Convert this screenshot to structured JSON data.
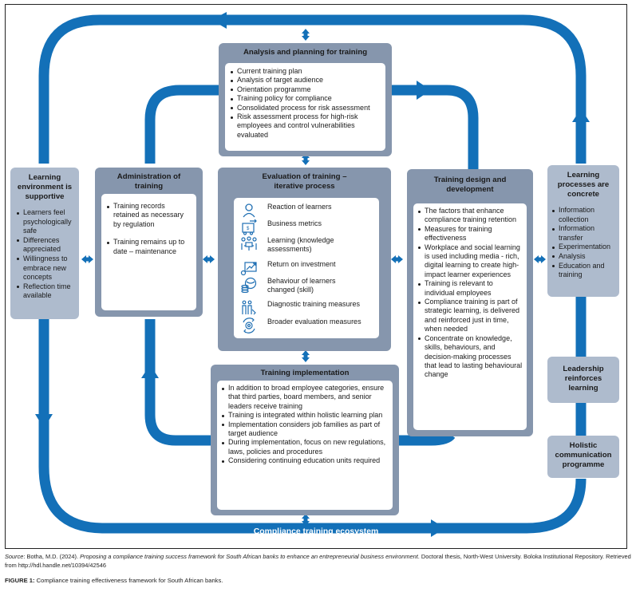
{
  "colors": {
    "flow_blue": "#1370b8",
    "box_dark": "#8696ad",
    "box_light": "#aebbcd"
  },
  "analysis": {
    "title": "Analysis and planning for training",
    "items": [
      "Current training plan",
      "Analysis of target audience",
      "Orientation programme",
      "Training policy for compliance",
      "Consolidated process for risk assessment",
      "Risk assessment process for high-risk employees and control vulnerabilities evaluated"
    ]
  },
  "environment": {
    "title": "Learning environment is supportive",
    "items": [
      "Learners feel psychologically safe",
      "Differences appreciated",
      "Willingness to embrace new concepts",
      "Reflection time available"
    ]
  },
  "administration": {
    "title": "Administration of training",
    "items": [
      "Training records retained as necessary by regulation",
      "Training remains up to date – maintenance"
    ]
  },
  "evaluation": {
    "title": "Evaluation of training – iterative process",
    "items": [
      {
        "icon": "person-icon",
        "label": "Reaction of learners"
      },
      {
        "icon": "money-screen-icon",
        "label": "Business metrics"
      },
      {
        "icon": "group-learning-icon",
        "label": "Learning (knowledge assessments)"
      },
      {
        "icon": "growth-chart-icon",
        "label": "Return on investment"
      },
      {
        "icon": "coins-globe-icon",
        "label": "Behaviour of learners changed (skill)"
      },
      {
        "icon": "people-diagnostic-icon",
        "label": "Diagnostic training measures"
      },
      {
        "icon": "gear-cycle-icon",
        "label": "Broader evaluation measures"
      }
    ]
  },
  "design": {
    "title": "Training design and development",
    "items": [
      "The factors that enhance compliance training retention",
      "Measures for training effectiveness",
      "Workplace and social learning is used including media - rich, digital learning to create high- impact learner experiences",
      "Training is relevant to individual employees",
      "Compliance training is part of strategic learning, is delivered and reinforced just in time, when needed",
      "Concentrate on knowledge, skills, behaviours, and decision-making processes that lead to lasting behavioural change"
    ]
  },
  "processes": {
    "title": "Learning processes are concrete",
    "items": [
      "Information collection",
      "Information transfer",
      "Experimentation",
      "Analysis",
      "Education and training"
    ]
  },
  "leadership": {
    "title": "Leadership reinforces learning"
  },
  "communication": {
    "title": "Holistic communication programme"
  },
  "implementation": {
    "title": "Training implementation",
    "items": [
      "In addition to broad employee categories, ensure that third parties, board members, and senior leaders receive training",
      "Training is integrated within holistic learning plan",
      "Implementation considers job families as part of target audience",
      "During implementation, focus on new regulations, laws, policies and procedures",
      "Considering continuing education units required"
    ]
  },
  "ecosystem_label": "Compliance training ecosystem",
  "caption": {
    "source_label": "Source",
    "source_pre": ": Botha, M.D. (2024). ",
    "source_title": "Proposing a compliance training success framework for South African banks to enhance an entrepreneurial business environment",
    "source_post": ". Doctoral thesis, North-West University. Boloka Institutional Repository. Retrieved from http://hdl.handle.net/10394/42546",
    "figure_label": "FIGURE 1:",
    "figure_text": " Compliance training effectiveness framework for South African banks."
  }
}
